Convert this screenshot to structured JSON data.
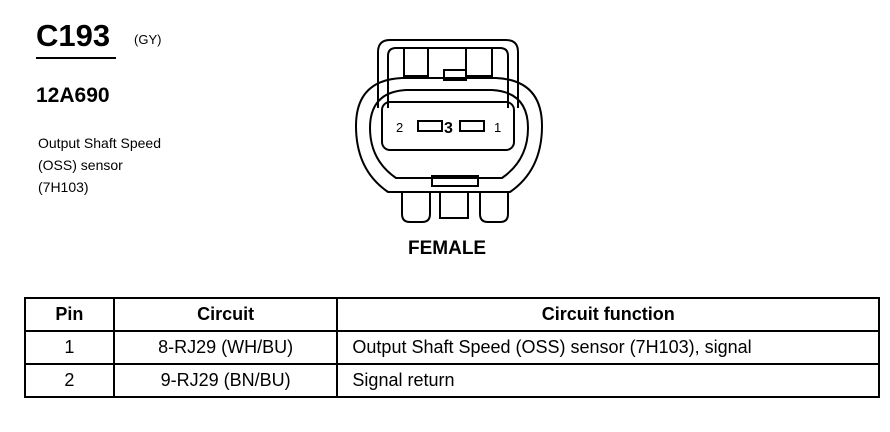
{
  "connector": {
    "id": "C193",
    "color": "(GY)",
    "part_number": "12A690",
    "description_lines": [
      "Output Shaft Speed",
      "(OSS) sensor",
      "(7H103)"
    ],
    "view": "FEMALE",
    "pin_labels": {
      "left": "2",
      "center": "3",
      "right": "1"
    }
  },
  "table": {
    "headers": [
      "Pin",
      "Circuit",
      "Circuit function"
    ],
    "rows": [
      {
        "pin": "1",
        "circuit": "8-RJ29 (WH/BU)",
        "function": "Output Shaft Speed (OSS) sensor (7H103), signal"
      },
      {
        "pin": "2",
        "circuit": "9-RJ29 (BN/BU)",
        "function": "Signal return"
      }
    ]
  }
}
